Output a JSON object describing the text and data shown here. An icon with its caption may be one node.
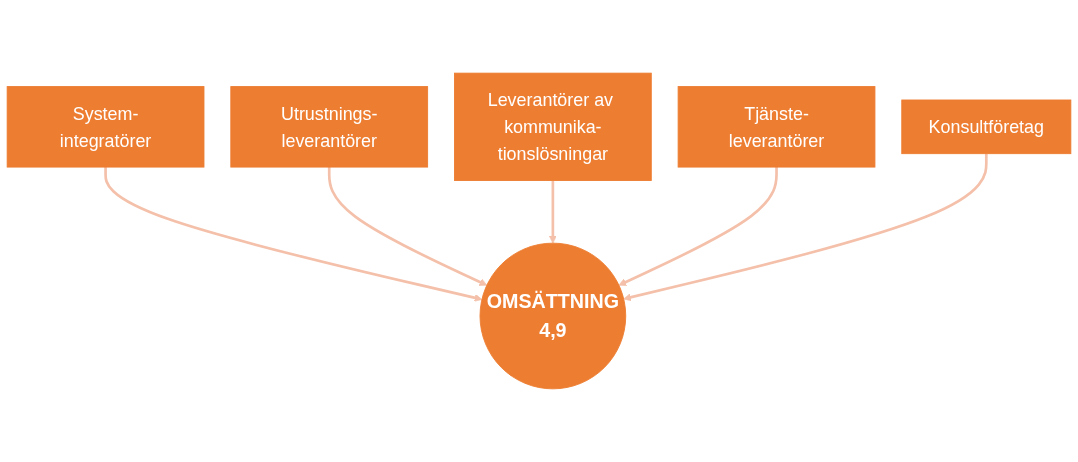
{
  "diagram": {
    "nodes": [
      {
        "text": [
          "Utrustnings-leverantörer"
        ]
      },
      {
        "text": [
          "System-integratörer"
        ]
      },
      {
        "text": [
          "Leverantörer av kommunika-tionslösningar"
        ]
      },
      {
        "text": [
          "Tjänste-leverantörer"
        ]
      },
      {
        "text": [
          "OMSÄTTNING",
          "4,9"
        ]
      },
      {
        "text": [
          "Konsultföretag"
        ]
      }
    ],
    "edges": [
      {
        "from": 1,
        "to": 4,
        "arrow": "to"
      },
      {
        "from": 0,
        "to": 4,
        "arrow": "to"
      },
      {
        "from": 2,
        "to": 4,
        "arrow": "to"
      },
      {
        "from": 3,
        "to": 4,
        "arrow": "to"
      },
      {
        "from": 5,
        "to": 4,
        "arrow": "to"
      }
    ]
  }
}
